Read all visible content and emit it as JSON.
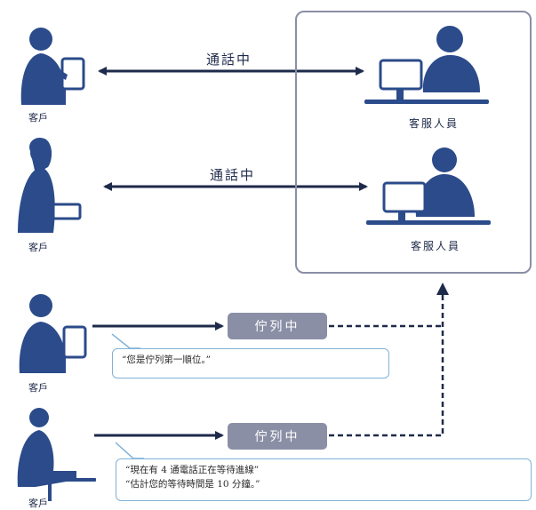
{
  "customers": [
    {
      "label": "客戶"
    },
    {
      "label": "客戶"
    },
    {
      "label": "客戶"
    },
    {
      "label": "客戶"
    }
  ],
  "agents": [
    {
      "label": "客服人員"
    },
    {
      "label": "客服人員"
    }
  ],
  "connections": [
    {
      "label": "通話中"
    },
    {
      "label": "通話中"
    }
  ],
  "queues": [
    {
      "label": "佇列中",
      "message_lines": [
        "“您是佇列第一順位。”"
      ]
    },
    {
      "label": "佇列中",
      "message_lines": [
        "“現在有 4 通電話正在等待進線”",
        "“估計您的等待時間是 10 分鐘。”"
      ]
    }
  ],
  "colors": {
    "figure": "#2b4b8a",
    "arrow": "#1e2a4a",
    "pill": "#8a8fa6",
    "bubble_border": "#7fb2d8",
    "box_border": "#8a8fa6"
  }
}
